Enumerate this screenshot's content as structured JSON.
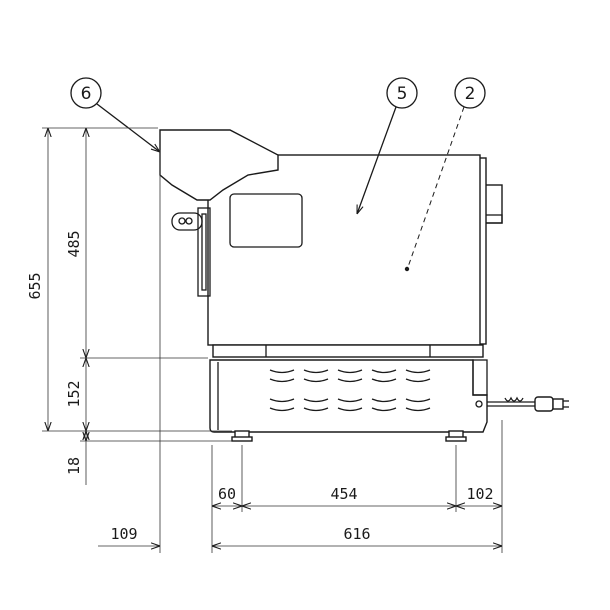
{
  "callouts": [
    "6",
    "5",
    "2"
  ],
  "dimensions": {
    "overall_height": "655",
    "upper_height": "485",
    "base_height": "152",
    "foot_height": "18",
    "left_offset": "109",
    "foot_left": "60",
    "foot_span": "454",
    "right_projection": "102",
    "overall_width": "616"
  }
}
